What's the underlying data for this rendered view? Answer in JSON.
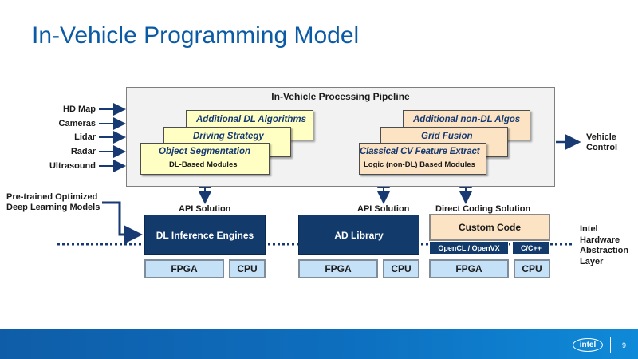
{
  "slide": {
    "title": "In-Vehicle Programming Model",
    "page_number": "9"
  },
  "pipeline": {
    "title": "In-Vehicle Processing Pipeline",
    "inputs": [
      "HD Map",
      "Cameras",
      "Lidar",
      "Radar",
      "Ultrasound"
    ],
    "output": [
      "Vehicle",
      "Control"
    ],
    "dl_stack": {
      "back": "Additional DL Algorithms",
      "middle": "Driving Strategy",
      "front": "Object Segmentation",
      "front_sub": "DL-Based Modules"
    },
    "nondl_stack": {
      "back": "Additional non-DL Algos",
      "middle": "Grid Fusion",
      "front": "Classical CV Feature Extract",
      "front_sub": "Logic (non-DL) Based Modules"
    }
  },
  "pretrained_label": [
    "Pre-trained Optimized",
    "Deep Learning Models"
  ],
  "solutions": {
    "api_1": "API Solution",
    "api_2": "API Solution",
    "direct": "Direct Coding Solution"
  },
  "engines": {
    "dl": "DL Inference Engines",
    "ad": "AD Library",
    "custom": "Custom Code",
    "opencl": "OpenCL / OpenVX",
    "cpp": "C/C++"
  },
  "hardware": {
    "fpga_1": "FPGA",
    "cpu_1": "CPU",
    "fpga_2": "FPGA",
    "cpu_2": "CPU",
    "fpga_3": "FPGA",
    "cpu_3": "CPU"
  },
  "hal_label": [
    "Intel",
    "Hardware",
    "Abstraction",
    "Layer"
  ],
  "footer": {
    "logo": "intel"
  },
  "colors": {
    "title": "#0a5aa5",
    "dark_box": "#123a6b",
    "hw": "#c5e1f7",
    "dl_card": "#ffffc4",
    "nondl_card": "#fbe3c4",
    "footer": "#0f5da8"
  }
}
